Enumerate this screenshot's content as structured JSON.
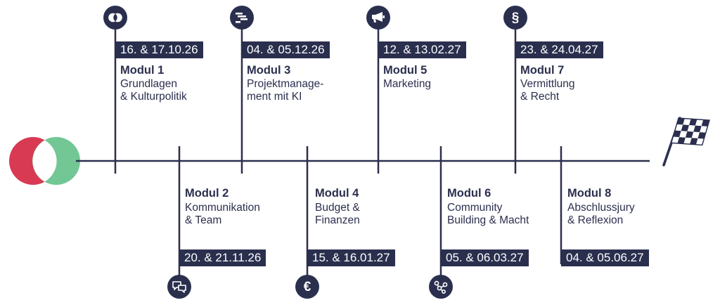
{
  "colors": {
    "navy": "#2b2f4e",
    "red": "#d83a54",
    "green": "#72c795"
  },
  "modules": [
    {
      "title": "Modul 1",
      "description": "Grundlagen\n& Kulturpolitik",
      "date": "16. & 17.10.26",
      "icon": "venn-icon",
      "icon_text": ""
    },
    {
      "title": "Modul 2",
      "description": "Kommunikation\n& Team",
      "date": "20. & 21.11.26",
      "icon": "chat-bubbles-icon",
      "icon_text": ""
    },
    {
      "title": "Modul 3",
      "description": "Projektmanage-\nment mit KI",
      "date": "04. & 05.12.26",
      "icon": "gantt-icon",
      "icon_text": ""
    },
    {
      "title": "Modul 4",
      "description": "Budget &\nFinanzen",
      "date": "15. & 16.01.27",
      "icon": "euro-icon",
      "icon_text": "€"
    },
    {
      "title": "Modul 5",
      "description": "Marketing",
      "date": "12. & 13.02.27",
      "icon": "megaphone-icon",
      "icon_text": ""
    },
    {
      "title": "Modul 6",
      "description": "Community\nBuilding & Macht",
      "date": "05. & 06.03.27",
      "icon": "network-icon",
      "icon_text": ""
    },
    {
      "title": "Modul 7",
      "description": "Vermittlung\n& Recht",
      "date": "23. & 24.04.27",
      "icon": "paragraph-icon",
      "icon_text": "§"
    },
    {
      "title": "Modul 8",
      "description": "Abschlussjury\n& Reflexion",
      "date": "04. & 05.06.27",
      "icon": "",
      "icon_text": ""
    }
  ],
  "end_icon": "checkered-flag-icon",
  "start_icon": "venn-logo-icon"
}
